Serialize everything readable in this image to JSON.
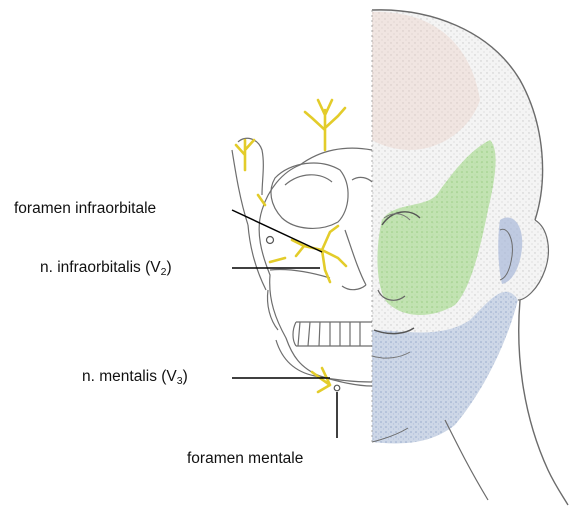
{
  "labels": {
    "foramen_infraorbitale": "foramen infraorbitale",
    "n_infraorbitalis": {
      "prefix": "n. infraorbitalis (V",
      "sub": "2",
      "suffix": ")"
    },
    "n_mentalis": {
      "prefix": "n. mentalis (V",
      "sub": "3",
      "suffix": ")"
    },
    "foramen_mentale": "foramen mentale"
  },
  "colors": {
    "nerve": "#e3cc2a",
    "zone_v2": "#9fd48a",
    "zone_v3": "#b4c3dc",
    "zone_v1": "#e8c9bc",
    "outline": "#6b6b6b",
    "leader_line": "#000000"
  }
}
